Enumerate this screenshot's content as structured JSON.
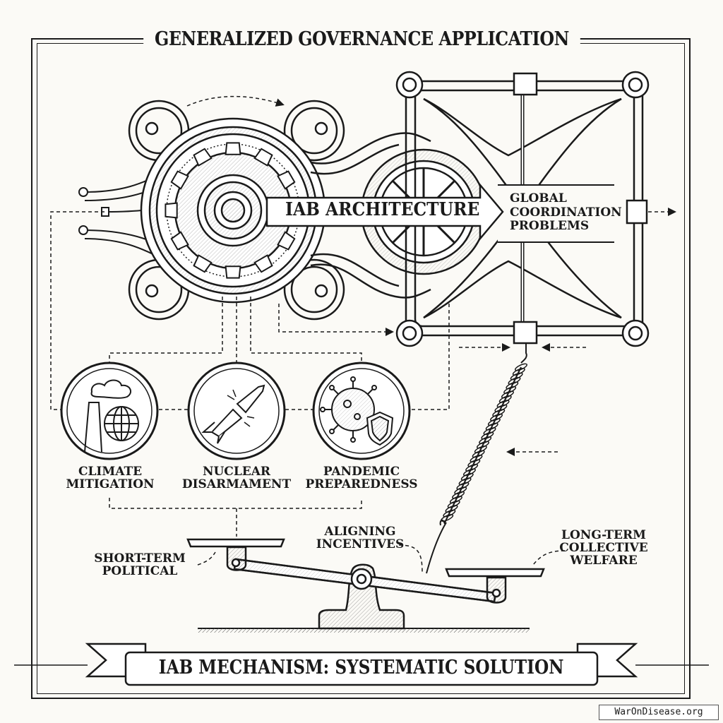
{
  "title": "GENERALIZED GOVERNANCE APPLICATION",
  "core": {
    "arrow_label": "IAB ARCHITECTURE",
    "target_lines": [
      "GLOBAL",
      "COORDINATION",
      "PROBLEMS"
    ]
  },
  "categories": [
    {
      "icon": "factory-globe-icon",
      "lines": [
        "CLIMATE",
        "MITIGATION"
      ]
    },
    {
      "icon": "broken-missile-icon",
      "lines": [
        "NUCLEAR",
        "DISARMAMENT"
      ]
    },
    {
      "icon": "virus-shield-icon",
      "lines": [
        "PANDEMIC",
        "PREPAREDNESS"
      ]
    }
  ],
  "scale": {
    "left_lines": [
      "SHORT-TERM",
      "POLITICAL"
    ],
    "middle_lines": [
      "ALIGNING",
      "INCENTIVES"
    ],
    "right_lines": [
      "LONG-TERM",
      "COLLECTIVE",
      "WELFARE"
    ]
  },
  "banner": "IAB MECHANISM: SYSTEMATIC SOLUTION",
  "credit": "WarOnDisease.org"
}
